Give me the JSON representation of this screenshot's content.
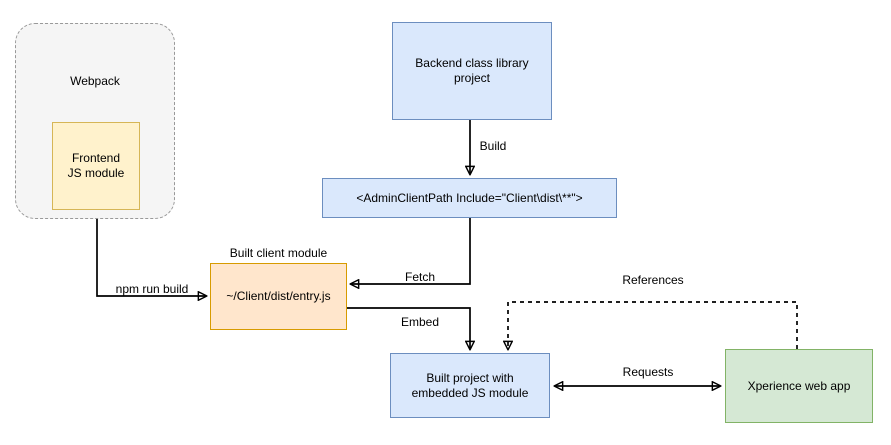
{
  "diagram": {
    "webpack_container": {
      "label": "Webpack"
    },
    "nodes": {
      "frontend_js_module": {
        "label": "Frontend\nJS module"
      },
      "backend_class_library": {
        "label": "Backend class library\nproject"
      },
      "admin_client_path": {
        "label": "<AdminClientPath Include=\"Client\\dist\\**\">"
      },
      "built_client_module": {
        "title": "Built client module",
        "label": "~/Client/dist/entry.js"
      },
      "built_project": {
        "label": "Built project with\nembedded JS module"
      },
      "xperience_web_app": {
        "label": "Xperience web app"
      }
    },
    "edges": {
      "npm_run_build": {
        "label": "npm run build"
      },
      "build": {
        "label": "Build"
      },
      "fetch": {
        "label": "Fetch"
      },
      "embed": {
        "label": "Embed"
      },
      "references": {
        "label": "References"
      },
      "requests": {
        "label": "Requests"
      }
    },
    "colors": {
      "blue_fill": "#dae8fc",
      "blue_stroke": "#6c8ebf",
      "orange_fill": "#ffe6cc",
      "orange_stroke": "#d79b00",
      "yellow_fill": "#fff2cc",
      "yellow_stroke": "#d6b656",
      "green_fill": "#d5e8d4",
      "green_stroke": "#82b366",
      "container_fill": "#f5f5f5",
      "container_stroke": "#999999",
      "edge_line": "#000000"
    }
  }
}
